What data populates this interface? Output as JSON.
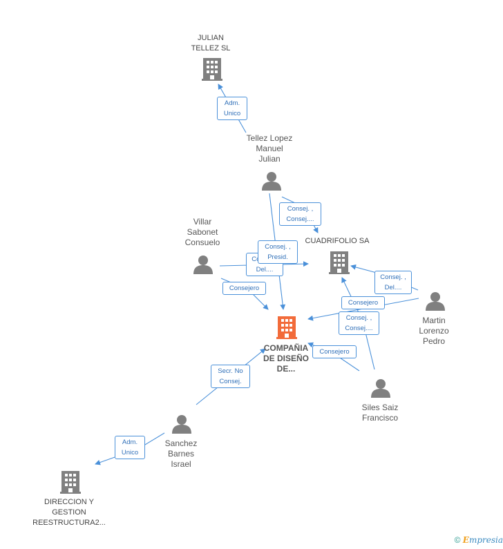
{
  "nodes": {
    "julian_tellez_sl": "JULIAN\nTELLEZ SL",
    "tellez_lopez": "Tellez Lopez\nManuel\nJulian",
    "villar": "Villar\nSabonet\nConsuelo",
    "cuadrifolio": "CUADRIFOLIO SA",
    "martin": "Martin\nLorenzo\nPedro",
    "main_company": "COMPAÑIA\nDE DISEÑO\nDE...",
    "siles": "Siles Saiz\nFrancisco",
    "sanchez": "Sanchez\nBarnes\nIsrael",
    "direccion": "DIRECCION Y\nGESTION\nREESTRUCTURA2..."
  },
  "relations": {
    "adm_unico_1": [
      "Adm.",
      "Unico"
    ],
    "consej_tellez_cuadri": [
      "Consej. ,",
      "Consej...."
    ],
    "consej_presid": [
      "Consej. ,",
      "Presid."
    ],
    "consej_del_villar": [
      "Consej. ,",
      "Del...."
    ],
    "consejero_villar": [
      "Consejero"
    ],
    "consej_del_martin": [
      "Consej. ,",
      "Del...."
    ],
    "consejero_martin": [
      "Consejero"
    ],
    "consej_consej_martin": [
      "Consej. ,",
      "Consej...."
    ],
    "consejero_siles": [
      "Consejero"
    ],
    "secr_no_consej": [
      "Secr.  No",
      "Consej."
    ],
    "adm_unico_2": [
      "Adm.",
      "Unico"
    ]
  },
  "footer": {
    "copyright": "©",
    "brand_e": "E",
    "brand_rest": "mpresia"
  },
  "colors": {
    "edge": "#4a90d9",
    "person": "#808080",
    "company": "#808080",
    "main_company": "#f26b3a"
  }
}
